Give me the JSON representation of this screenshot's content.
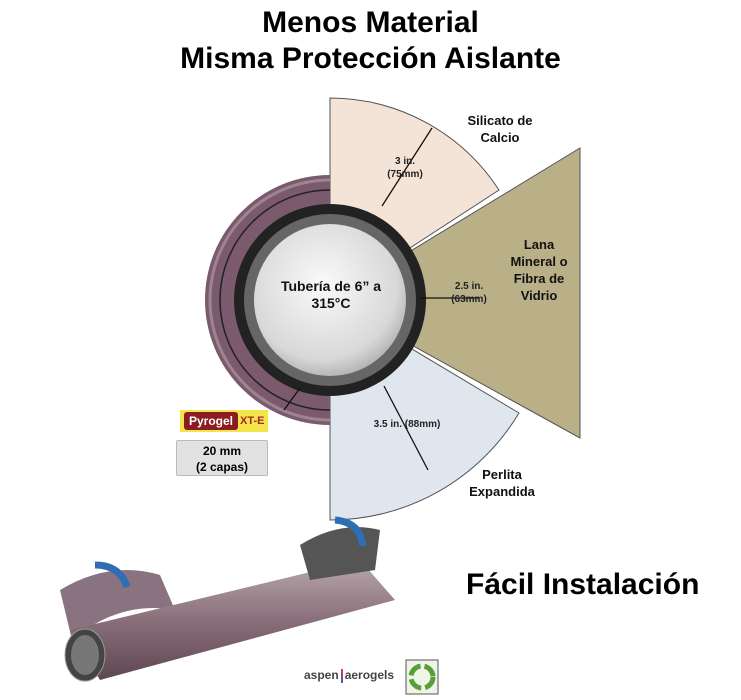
{
  "title_line1": "Menos Material",
  "title_line2": "Misma Protección Aislante",
  "center_label": "Tubería de 6” a 315°C",
  "sectors": {
    "silicato": {
      "label": "Silicato de Calcio",
      "thickness": "3 in. (75mm)",
      "color": "#f4e4d8"
    },
    "lana": {
      "label": "Lana Mineral o Fibra de Vidrio",
      "thickness": "2.5 in. (63mm)",
      "color": "#b9b088"
    },
    "perlita": {
      "label": "Perlita Expandida",
      "thickness": "3.5 in. (88mm)",
      "color": "#dfe6ee"
    }
  },
  "pyrogel": {
    "brand": "Pyrogel",
    "variant": "XT-E",
    "thickness": "20 mm",
    "layers": "(2 capas)",
    "color": "#7a5a6c"
  },
  "installation_label": "Fácil Instalación",
  "logo": {
    "text_left": "aspen",
    "text_right": "aerogels"
  }
}
